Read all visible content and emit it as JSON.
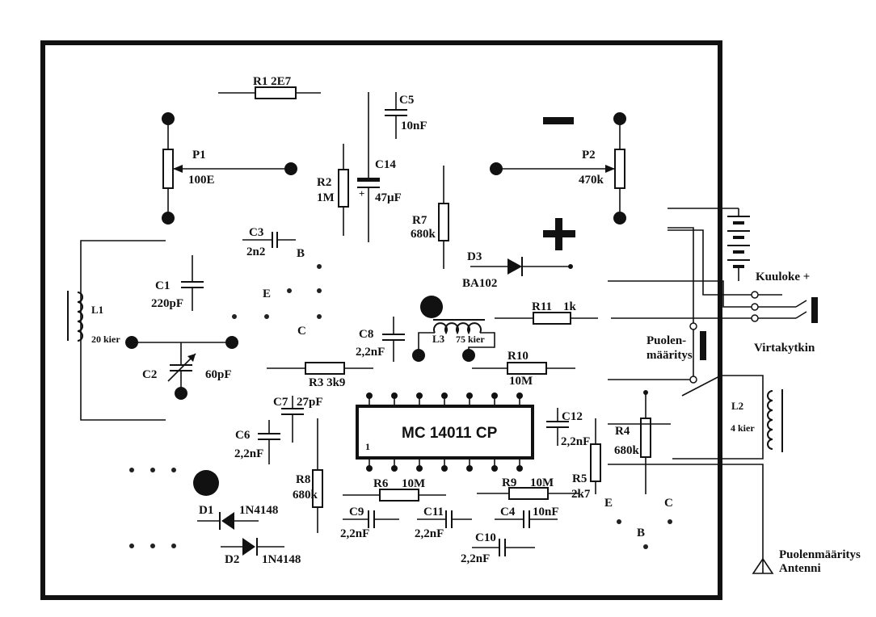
{
  "components": {
    "r1": "R1  2E7",
    "c5": "C5",
    "c5_val": "10nF",
    "p1": "P1",
    "p1_val": "100E",
    "r2": "R2",
    "r2_val": "1M",
    "c14": "C14",
    "c14_val": "47µF",
    "r7": "R7",
    "r7_val": "680k",
    "p2": "P2",
    "p2_val": "470k",
    "c3": "C3",
    "c3_val": "2n2",
    "c1": "C1",
    "c1_val": "220pF",
    "l1": "L1",
    "l1_val": "20 kier",
    "c2": "C2",
    "c2_val": "60pF",
    "d3": "D3",
    "d3_val": "BA102",
    "r11": "R11",
    "r11_val": "1k",
    "c8": "C8",
    "c8_val": "2,2nF",
    "l3": "L3",
    "l3_val": "75 kier",
    "r10": "R10",
    "r10_val": "10M",
    "r3": "R3  3k9",
    "c7": "C7",
    "c7_val": "27pF",
    "c6": "C6",
    "c6_val": "2,2nF",
    "r8": "R8",
    "r8_val": "680k",
    "ic": "MC 14011 CP",
    "ic_pin1": "1",
    "c12": "C12",
    "c12_val": "2,2nF",
    "r4": "R4",
    "r4_val": "680k",
    "r5": "R5",
    "r5_val": "2k7",
    "r6": "R6",
    "r6_val": "10M",
    "r9": "R9",
    "r9_val": "10M",
    "c9": "C9",
    "c9_val": "2,2nF",
    "c11": "C11",
    "c11_val": "2,2nF",
    "c4": "C4",
    "c4_val": "10nF",
    "c10": "C10",
    "c10_val": "2,2nF",
    "d1": "D1",
    "d1_val": "1N4148",
    "d2": "D2",
    "d2_val": "1N4148",
    "l2": "L2",
    "l2_val": "4 kier"
  },
  "transistor_pins": {
    "t1_b": "B",
    "t1_e": "E",
    "t1_c": "C",
    "t2_e": "E",
    "t2_c": "C",
    "t2_b": "B"
  },
  "polarity": {
    "minus": "−",
    "plus": "+",
    "c14_plus": "+"
  },
  "external": {
    "kuuloke": "Kuuloke +",
    "virtakytkin": "Virtakytkin",
    "puolen_line1": "Puolen-",
    "puolen_line2": "määritys",
    "antenni_line1": "Puolenmääritys",
    "antenni_line2": "Antenni"
  }
}
